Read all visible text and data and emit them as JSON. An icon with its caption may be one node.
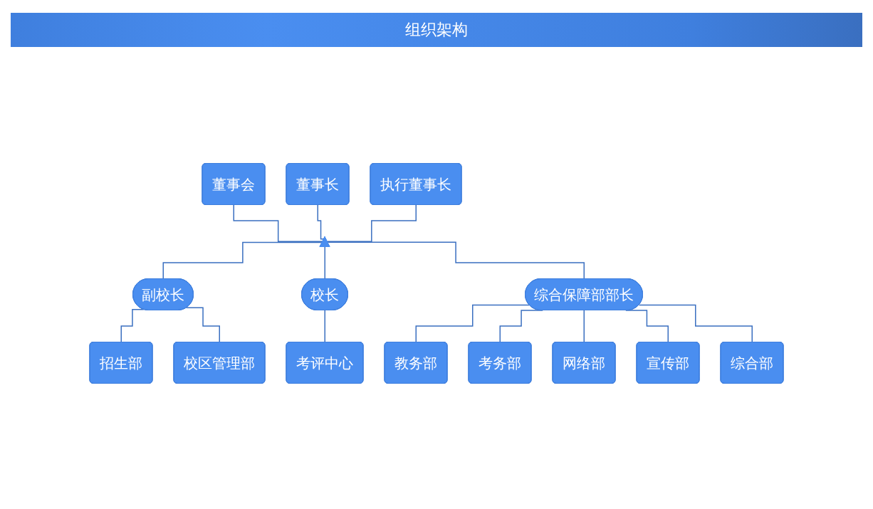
{
  "diagram": {
    "title": "组织架构",
    "nodes": [
      {
        "text": [
          "董事会"
        ]
      },
      {
        "text": [
          "董事长"
        ]
      },
      {
        "text": [
          "执行董事长"
        ]
      },
      {
        "text": [],
        "shape": "triangle"
      },
      {
        "text": [
          "副校长"
        ]
      },
      {
        "text": [
          "校长"
        ]
      },
      {
        "text": [
          "综合保障部部长"
        ]
      },
      {
        "text": [
          "招生部"
        ]
      },
      {
        "text": [
          "校区管理部"
        ]
      },
      {
        "text": [
          "考评中心"
        ]
      },
      {
        "text": [
          "教务部"
        ]
      },
      {
        "text": [
          "考务部"
        ]
      },
      {
        "text": [
          "网络部"
        ]
      },
      {
        "text": [
          "宣传部"
        ]
      },
      {
        "text": [
          "综合部"
        ]
      }
    ],
    "edges": [
      {
        "from": 0,
        "to": 3,
        "arrow": "none"
      },
      {
        "from": 1,
        "to": 3,
        "arrow": "none"
      },
      {
        "from": 2,
        "to": 3,
        "arrow": "none"
      },
      {
        "from": 3,
        "to": 4,
        "arrow": "none"
      },
      {
        "from": 3,
        "to": 5,
        "arrow": "none"
      },
      {
        "from": 3,
        "to": 6,
        "arrow": "none"
      },
      {
        "from": 4,
        "to": 7,
        "arrow": "none"
      },
      {
        "from": 4,
        "to": 8,
        "arrow": "none"
      },
      {
        "from": 5,
        "to": 9,
        "arrow": "none"
      },
      {
        "from": 6,
        "to": 10,
        "arrow": "none"
      },
      {
        "from": 6,
        "to": 11,
        "arrow": "none"
      },
      {
        "from": 6,
        "to": 12,
        "arrow": "none"
      },
      {
        "from": 6,
        "to": 13,
        "arrow": "none"
      },
      {
        "from": 6,
        "to": 14,
        "arrow": "none"
      }
    ]
  }
}
